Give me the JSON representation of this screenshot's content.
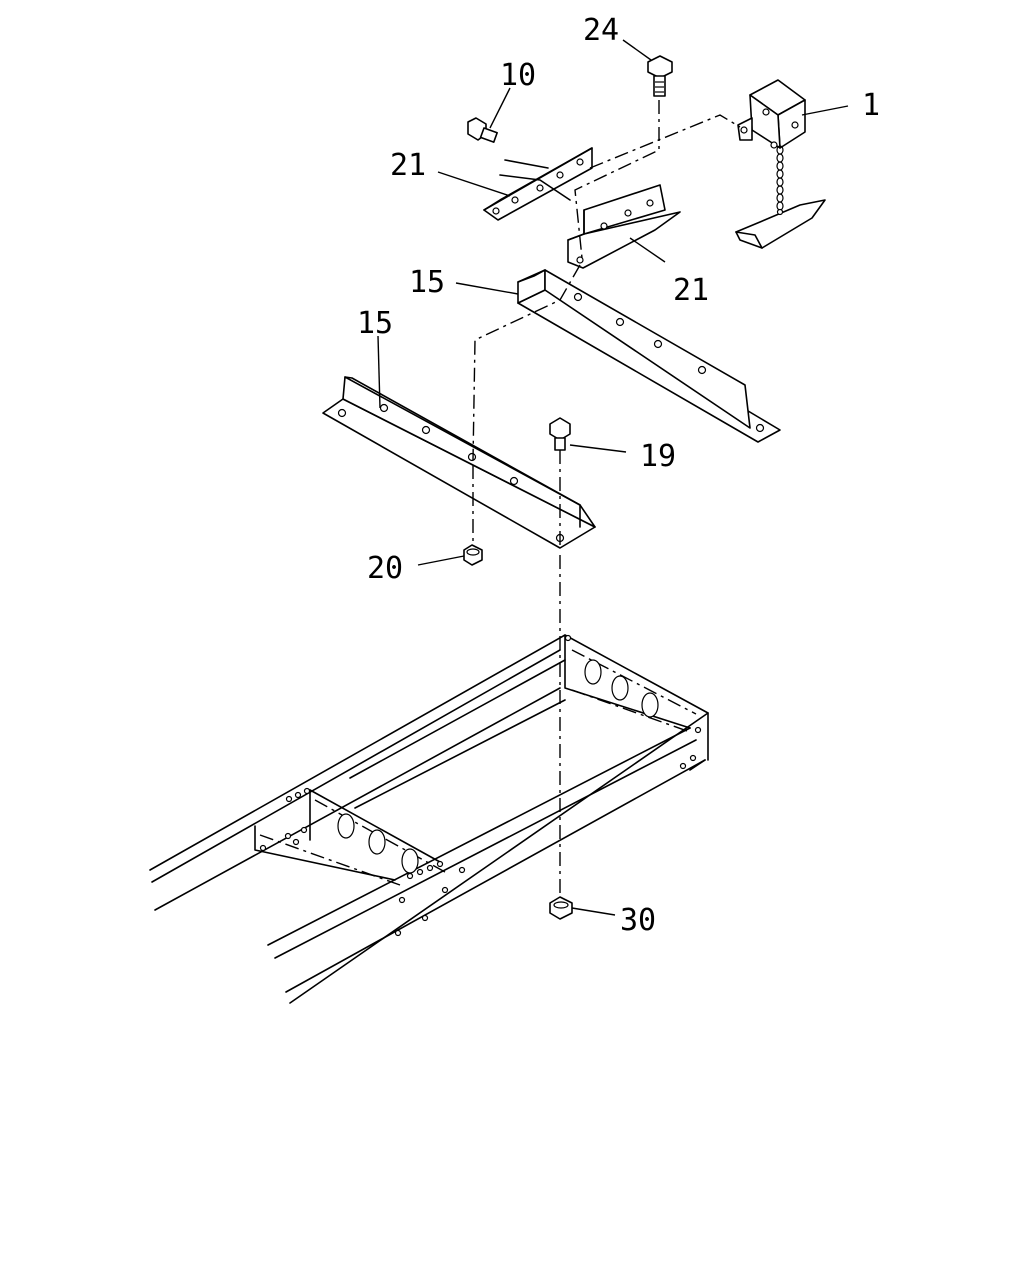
{
  "callouts": {
    "c1": "1",
    "c10": "10",
    "c15a": "15",
    "c15b": "15",
    "c19": "19",
    "c20": "20",
    "c21a": "21",
    "c21b": "21",
    "c24": "24",
    "c30": "30"
  }
}
